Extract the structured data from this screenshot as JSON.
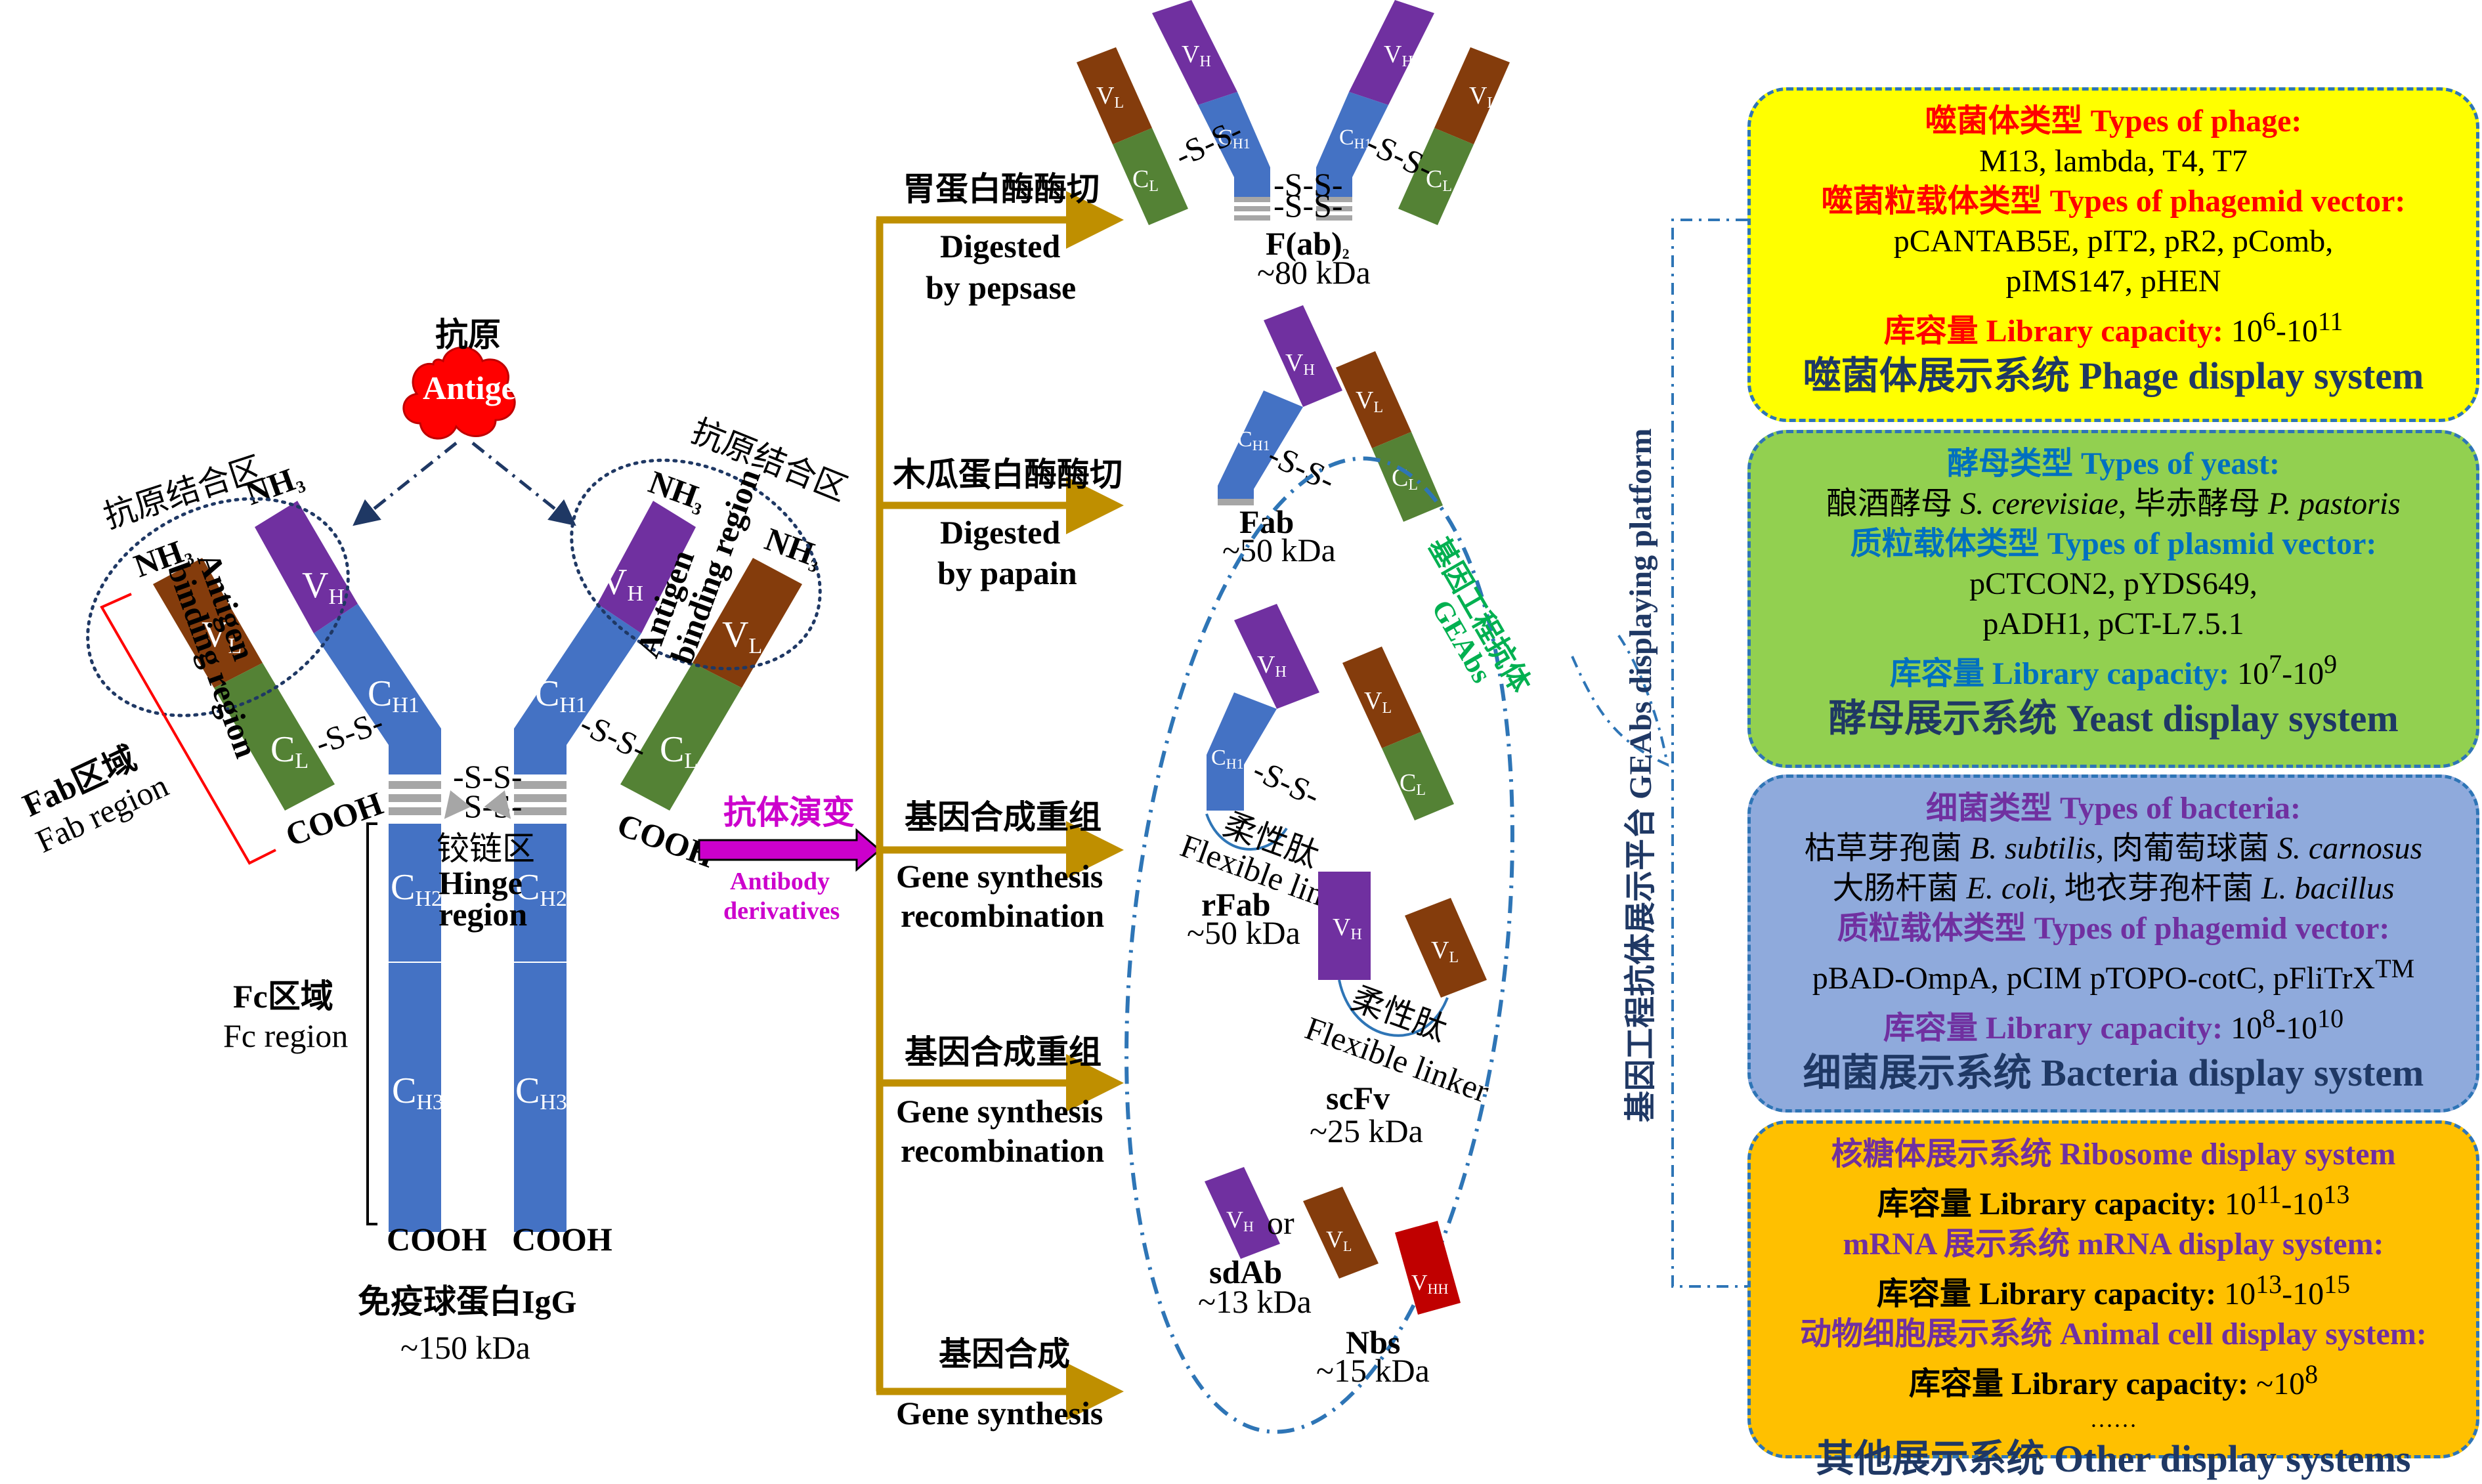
{
  "colors": {
    "heavy_constant": "#4472c4",
    "vh": "#7030a0",
    "vl": "#843c0c",
    "cl": "#548235",
    "vhh": "#c00000",
    "antigen": "#ff0000",
    "branch": "#bf8f00",
    "arrow_magenta": "#cc00cc",
    "dash_blue": "#2e75b6",
    "phage_bg": "#ffff00",
    "yeast_bg": "#92d050",
    "bact_bg": "#8faadc",
    "other_bg": "#ffc000"
  },
  "igg": {
    "antigen_cn": "抗原",
    "antigen_en": "Antigen",
    "abr_cn": "抗原结合区",
    "abr_en_1": "Antigen",
    "abr_en_2": "binding region",
    "nh3": "NH",
    "nh3_sub": "3",
    "fab_cn": "Fab区域",
    "fab_en": "Fab region",
    "fc_cn": "Fc区域",
    "fc_en": "Fc region",
    "hinge_cn": "铰链区",
    "hinge_en_1": "Hinge",
    "hinge_en_2": "region",
    "cooh": "COOH",
    "ss": "-S-S-",
    "title_cn": "免疫球蛋白IgG",
    "title_mass": "~150 kDa",
    "domains": {
      "vh": "V",
      "vh_sub": "H",
      "vl": "V",
      "vl_sub": "L",
      "ch1": "C",
      "ch1_sub": "H1",
      "ch2": "C",
      "ch2_sub": "H2",
      "ch3": "C",
      "ch3_sub": "H3",
      "cl": "C",
      "cl_sub": "L",
      "vhh": "V",
      "vhh_sub": "HH"
    }
  },
  "derivatives": {
    "label_cn": "抗体演变",
    "label_en_1": "Antibody",
    "label_en_2": "derivatives"
  },
  "methods": [
    {
      "cn": "胃蛋白酶酶切",
      "en_1": "Digested",
      "en_2": "by pepsase"
    },
    {
      "cn": "木瓜蛋白酶酶切",
      "en_1": "Digested",
      "en_2": "by papain"
    },
    {
      "cn": "基因合成重组",
      "en_1": "Gene synthesis",
      "en_2": "recombination"
    },
    {
      "cn": "基因合成重组",
      "en_1": "Gene synthesis",
      "en_2": "recombination"
    },
    {
      "cn": "基因合成",
      "en_1": "Gene synthesis",
      "en_2": ""
    }
  ],
  "fragments": {
    "fab2_name": "F(ab)",
    "fab2_sub": "2",
    "fab2_mass": "~80 kDa",
    "fab_name": "Fab",
    "fab_mass": "~50 kDa",
    "rfab_name": "rFab",
    "rfab_mass": "~50 kDa",
    "scfv_name": "scFv",
    "scfv_mass": "~25 kDa",
    "sdab_name": "sdAb",
    "sdab_mass": "~13 kDa",
    "nbs_name": "Nbs",
    "nbs_mass": "~15 kDa",
    "or": "or",
    "linker_cn": "柔性肽",
    "linker_en": "Flexible linker",
    "geabs_cn": "基因工程抗体",
    "geabs_en": "GEAbs"
  },
  "platform": {
    "label": "基因工程抗体展示平台 GEAbs displaying platform"
  },
  "phage_box": {
    "types_head": "噬菌体类型 Types of phage:",
    "types_val": "M13, lambda, T4, T7",
    "vector_head": "噬菌粒载体类型 Types of phagemid vector:",
    "vector_val_1": "pCANTAB5E, pIT2, pR2, pComb,",
    "vector_val_2": "pIMS147, pHEN",
    "cap_head": "库容量 Library capacity:",
    "cap_val": "10",
    "cap_exp1": "6",
    "cap_mid": "-10",
    "cap_exp2": "11",
    "title": "噬菌体展示系统 Phage display system"
  },
  "yeast_box": {
    "types_head": "酵母类型 Types of yeast:",
    "types_val_1": "酿酒酵母 ",
    "types_val_1i": "S. cerevisiae",
    "types_val_2": ", 毕赤酵母 ",
    "types_val_2i": "P. pastoris",
    "vector_head": "质粒载体类型 Types of plasmid vector:",
    "vector_val_1": "pCTCON2, pYDS649,",
    "vector_val_2": "pADH1, pCT-L7.5.1",
    "cap_head": "库容量 Library capacity:",
    "cap_val": "10",
    "cap_exp1": "7",
    "cap_mid": "-10",
    "cap_exp2": "9",
    "title": "酵母展示系统 Yeast display system"
  },
  "bact_box": {
    "types_head": "细菌类型 Types of bacteria:",
    "row1_a": "枯草芽孢菌 ",
    "row1_ai": "B. subtilis",
    "row1_b": ", 肉葡萄球菌 ",
    "row1_bi": "S. carnosus",
    "row2_a": "大肠杆菌 ",
    "row2_ai": "E. coli",
    "row2_b": ", 地衣芽孢杆菌 ",
    "row2_bi": "L. bacillus",
    "vector_head": "质粒载体类型 Types of phagemid vector:",
    "vector_val": "pBAD-OmpA, pCIM pTOPO-cotC, pFliTrX",
    "vector_sup": "TM",
    "cap_head": "库容量 Library capacity:",
    "cap_val": "10",
    "cap_exp1": "8",
    "cap_mid": "-10",
    "cap_exp2": "10",
    "title": "细菌展示系统 Bacteria display system"
  },
  "other_box": {
    "ribo_head": "核糖体展示系统 Ribosome display system",
    "ribo_cap": "库容量 Library capacity:",
    "ribo_val": "10",
    "ribo_exp1": "11",
    "ribo_mid": "-10",
    "ribo_exp2": "13",
    "mrna_head": "mRNA 展示系统 mRNA display system:",
    "mrna_cap": "库容量 Library capacity:",
    "mrna_val": "10",
    "mrna_exp1": "13",
    "mrna_mid": "-10",
    "mrna_exp2": "15",
    "animal_head": "动物细胞展示系统 Animal cell display system:",
    "animal_cap": "库容量 Library capacity:",
    "animal_val": "~10",
    "animal_exp": "8",
    "dots": "……",
    "title": "其他展示系统 Other display systems"
  }
}
